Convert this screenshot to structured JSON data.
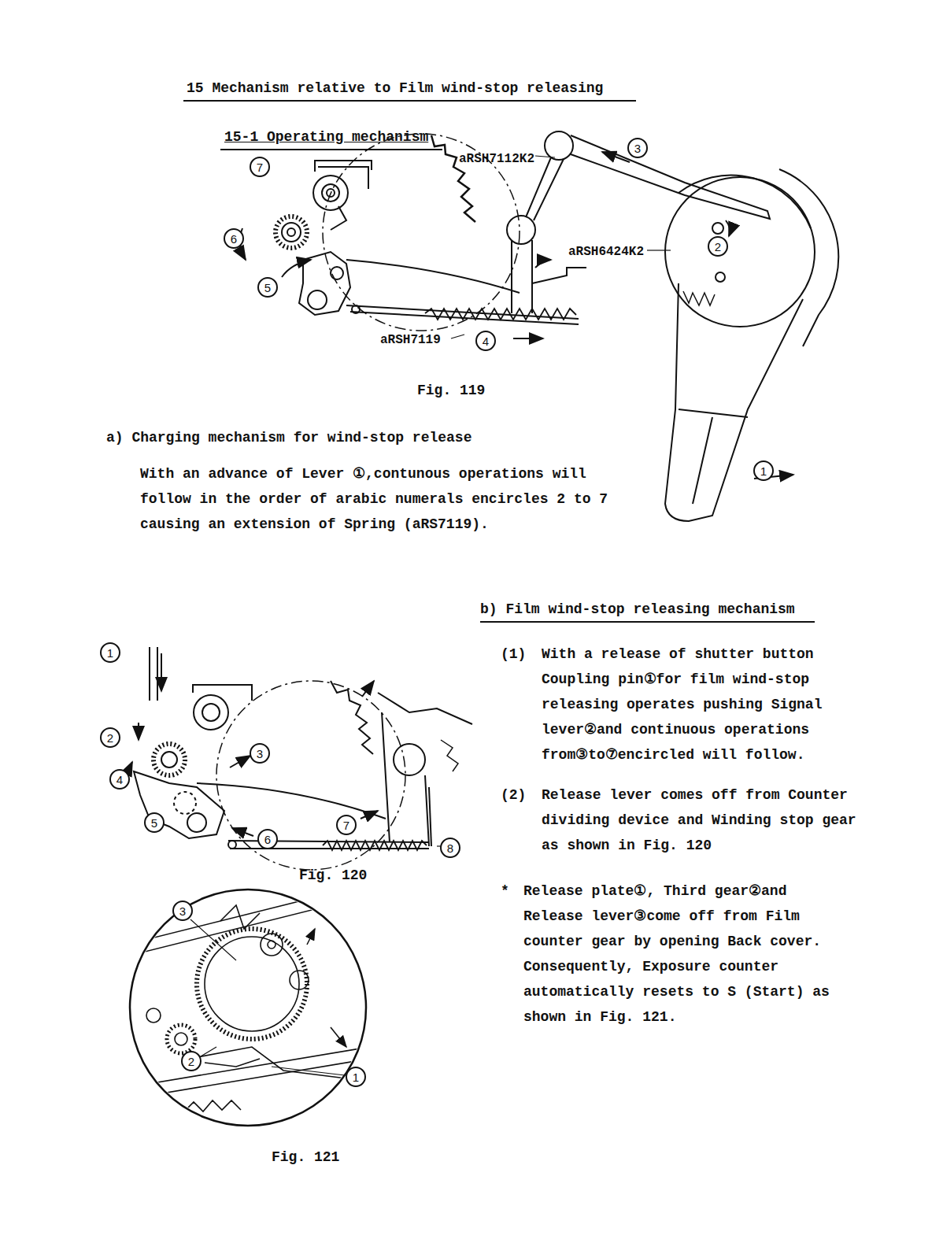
{
  "diagram": {
    "title": "15 Mechanism relative to Film wind-stop releasing",
    "nodes": [
      {
        "text": [
          "3"
        ]
      },
      {
        "text": [
          "7"
        ]
      },
      {
        "text": [
          "6"
        ]
      },
      {
        "text": [
          "2"
        ]
      },
      {
        "text": [
          "5"
        ]
      },
      {
        "text": [
          "4"
        ]
      },
      {
        "text": [
          "1"
        ]
      },
      {
        "text": [
          "1"
        ]
      },
      {
        "text": [
          "2"
        ]
      },
      {
        "text": [
          "3"
        ]
      },
      {
        "text": [
          "4"
        ]
      },
      {
        "text": [
          "7"
        ]
      },
      {
        "text": [
          "5"
        ]
      },
      {
        "text": [
          "6"
        ]
      },
      {
        "text": [
          "8"
        ]
      },
      {
        "text": [
          "3"
        ]
      },
      {
        "text": [
          "2"
        ]
      },
      {
        "text": [
          "1"
        ]
      }
    ],
    "labels": [
      "15-1 Operating mechanism",
      "aRSH7112K2",
      "aRSH6424K2",
      "aRSH7119",
      "Fig. 119",
      "a) Charging mechanism for wind-stop release",
      "With an advance of Lever ①,contunous operations will follow in the order of arabic numerals encircles 2 to 7 causing an extension of Spring (aRS7119).",
      "b) Film wind-stop releasing mechanism",
      "(1)",
      "With a release of shutter button Coupling pin①for film wind-stop releasing operates pushing Signal lever②and continuous operations from③to⑦encircled will follow.",
      "(2)",
      "Release lever comes off from Counter dividing device and Winding stop gear as shown in Fig. 120",
      "Fig. 120",
      "*",
      "Release plate①, Third gear②and Release lever③come off from Film counter gear by opening Back cover. Consequently, Exposure counter automatically resets to S (Start) as shown in Fig. 121.",
      "Fig. 121"
    ]
  }
}
